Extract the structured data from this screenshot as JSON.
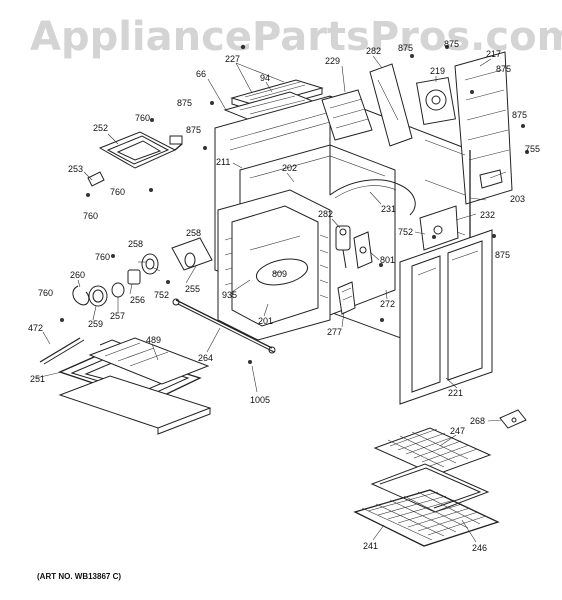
{
  "watermark": "AppliancePartsPros.com",
  "art_number": "(ART NO. WB13867 C)",
  "parts": [
    {
      "id": "p227",
      "label": "227"
    },
    {
      "id": "p94",
      "label": "94"
    },
    {
      "id": "p66",
      "label": "66"
    },
    {
      "id": "p875a",
      "label": "875"
    },
    {
      "id": "p875b",
      "label": "875"
    },
    {
      "id": "p875c",
      "label": "875"
    },
    {
      "id": "p875d",
      "label": "875"
    },
    {
      "id": "p875e",
      "label": "875"
    },
    {
      "id": "p875f",
      "label": "875"
    },
    {
      "id": "p875g",
      "label": "875"
    },
    {
      "id": "p229",
      "label": "229"
    },
    {
      "id": "p282a",
      "label": "282"
    },
    {
      "id": "p282b",
      "label": "282"
    },
    {
      "id": "p219",
      "label": "219"
    },
    {
      "id": "p217",
      "label": "217"
    },
    {
      "id": "p755",
      "label": "755"
    },
    {
      "id": "p203",
      "label": "203"
    },
    {
      "id": "p252",
      "label": "252"
    },
    {
      "id": "p760a",
      "label": "760"
    },
    {
      "id": "p760b",
      "label": "760"
    },
    {
      "id": "p760c",
      "label": "760"
    },
    {
      "id": "p760d",
      "label": "760"
    },
    {
      "id": "p760e",
      "label": "760"
    },
    {
      "id": "p253",
      "label": "253"
    },
    {
      "id": "p211",
      "label": "211"
    },
    {
      "id": "p202",
      "label": "202"
    },
    {
      "id": "p231",
      "label": "231"
    },
    {
      "id": "p232",
      "label": "232"
    },
    {
      "id": "p752a",
      "label": "752"
    },
    {
      "id": "p752b",
      "label": "752"
    },
    {
      "id": "p801",
      "label": "801"
    },
    {
      "id": "p258",
      "label": "258"
    },
    {
      "id": "p258b",
      "label": "258"
    },
    {
      "id": "p260",
      "label": "260"
    },
    {
      "id": "p256",
      "label": "256"
    },
    {
      "id": "p257",
      "label": "257"
    },
    {
      "id": "p259",
      "label": "259"
    },
    {
      "id": "p255",
      "label": "255"
    },
    {
      "id": "p809",
      "label": "809"
    },
    {
      "id": "p935",
      "label": "935"
    },
    {
      "id": "p201",
      "label": "201"
    },
    {
      "id": "p277",
      "label": "277"
    },
    {
      "id": "p272",
      "label": "272"
    },
    {
      "id": "p472",
      "label": "472"
    },
    {
      "id": "p489",
      "label": "489"
    },
    {
      "id": "p251",
      "label": "251"
    },
    {
      "id": "p264",
      "label": "264"
    },
    {
      "id": "p1005",
      "label": "1005"
    },
    {
      "id": "p221",
      "label": "221"
    },
    {
      "id": "p268",
      "label": "268"
    },
    {
      "id": "p247",
      "label": "247"
    },
    {
      "id": "p241",
      "label": "241"
    },
    {
      "id": "p246",
      "label": "246"
    }
  ]
}
